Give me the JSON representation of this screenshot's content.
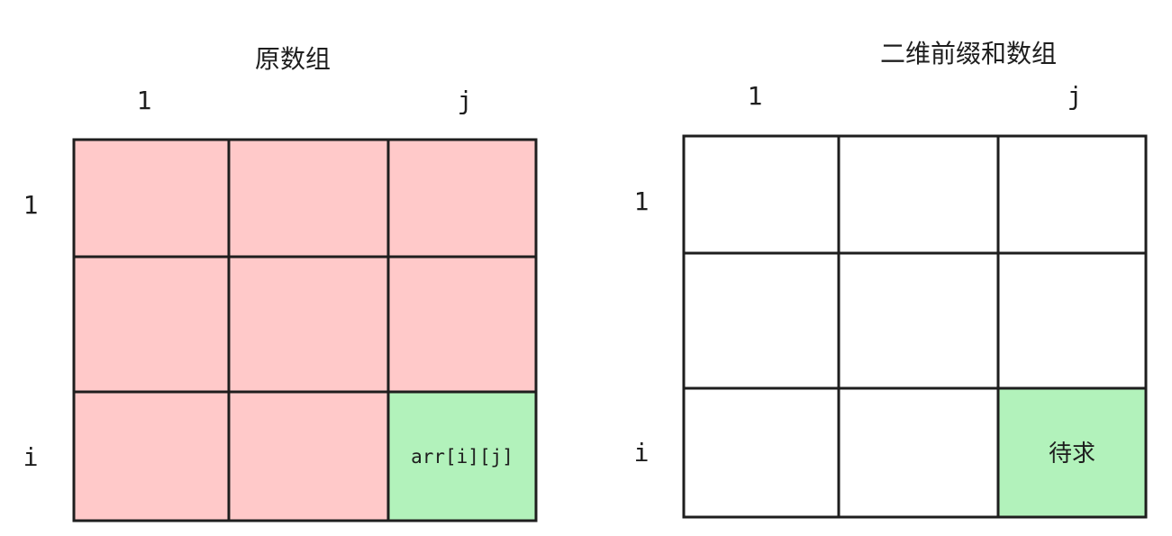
{
  "left_grid": {
    "title": "原数组",
    "col_labels": [
      "1",
      "",
      "j"
    ],
    "row_labels": [
      "1",
      "",
      "i"
    ],
    "cell_label": "arr[i][j]",
    "fill_color": "#ffc9c9",
    "highlight_color": "#b2f2bb"
  },
  "right_grid": {
    "title": "二维前缀和数组",
    "col_labels": [
      "1",
      "",
      "j"
    ],
    "row_labels": [
      "1",
      "",
      "i"
    ],
    "cell_label": "待求",
    "fill_color": "#ffffff",
    "highlight_color": "#b2f2bb"
  },
  "stroke_color": "#1e1e1e"
}
